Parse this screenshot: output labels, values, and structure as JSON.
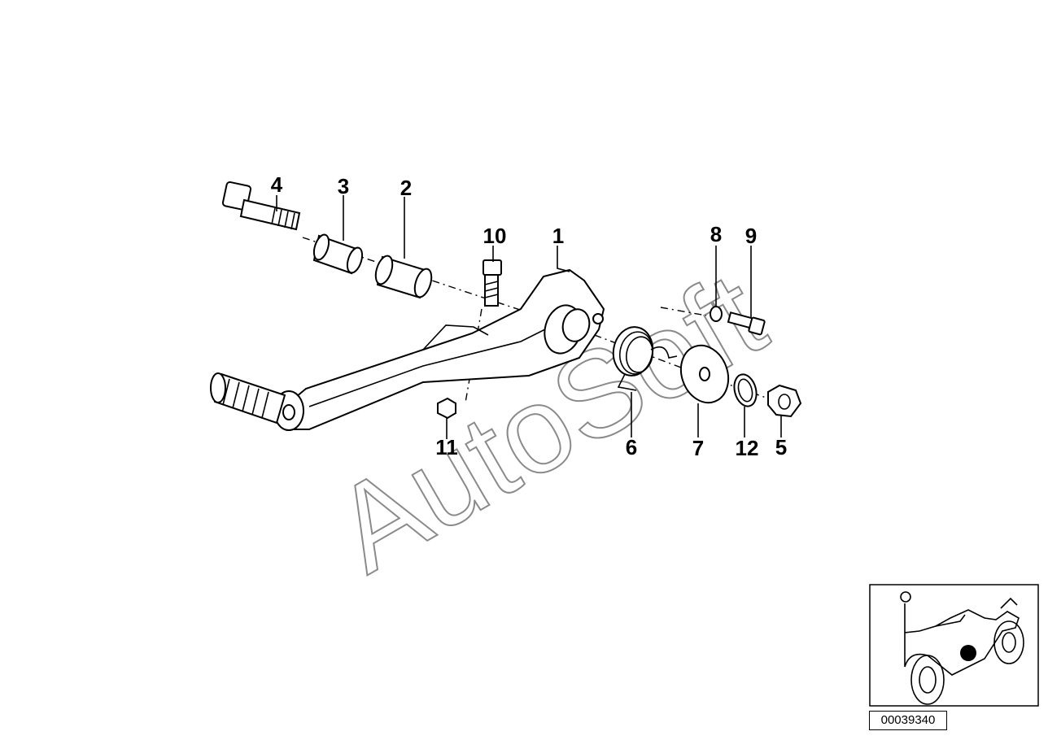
{
  "callouts": [
    {
      "id": "4",
      "label": "4"
    },
    {
      "id": "3",
      "label": "3"
    },
    {
      "id": "2",
      "label": "2"
    },
    {
      "id": "10",
      "label": "10"
    },
    {
      "id": "1",
      "label": "1"
    },
    {
      "id": "8",
      "label": "8"
    },
    {
      "id": "9",
      "label": "9"
    },
    {
      "id": "11",
      "label": "11"
    },
    {
      "id": "6",
      "label": "6"
    },
    {
      "id": "7",
      "label": "7"
    },
    {
      "id": "12",
      "label": "12"
    },
    {
      "id": "5",
      "label": "5"
    }
  ],
  "watermark": "AutoSoft",
  "diagram_number": "00039340",
  "icons": {
    "motorcycle": "motorcycle-locator-icon",
    "marker": "location-dot-icon"
  }
}
